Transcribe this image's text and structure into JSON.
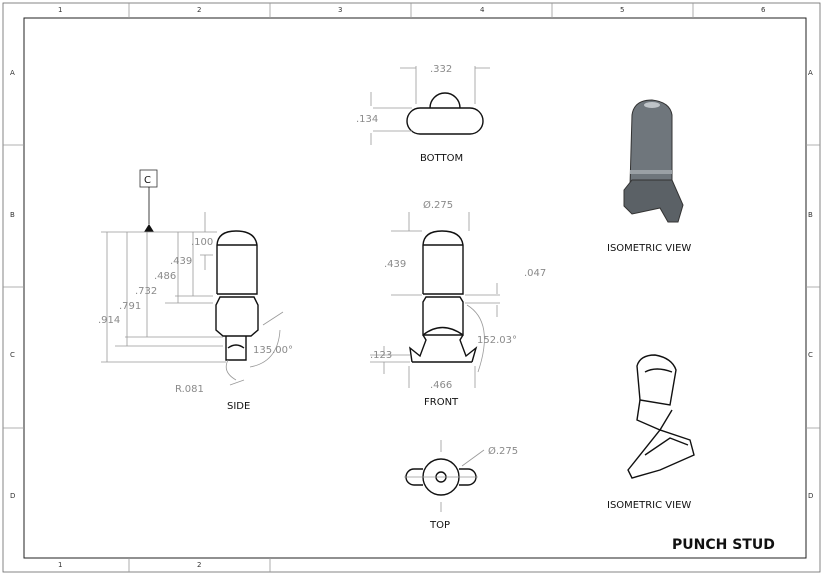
{
  "sheet": {
    "title": "PUNCH STUD",
    "zones_top": [
      "1",
      "2",
      "3",
      "4",
      "5",
      "6"
    ],
    "zones_bottom": [
      "1",
      "2"
    ],
    "zones_side": [
      "A",
      "B",
      "C",
      "D"
    ]
  },
  "views": {
    "bottom": {
      "label": "BOTTOM",
      "width": ".332",
      "height": ".134"
    },
    "side": {
      "label": "SIDE",
      "datum": "C",
      "dims": [
        ".100",
        ".439",
        ".486",
        ".732",
        ".791",
        ".914"
      ],
      "angle": "135.00°",
      "radius": "R.081"
    },
    "front": {
      "label": "FRONT",
      "diameter": "Ø.275",
      "height": ".439",
      "gap": ".047",
      "angle": "152.03°",
      "foot_height": ".123",
      "foot_width": ".466"
    },
    "top": {
      "label": "TOP",
      "diameter": "Ø.275"
    },
    "iso1": {
      "label": "ISOMETRIC VIEW"
    },
    "iso2": {
      "label": "ISOMETRIC VIEW"
    }
  }
}
